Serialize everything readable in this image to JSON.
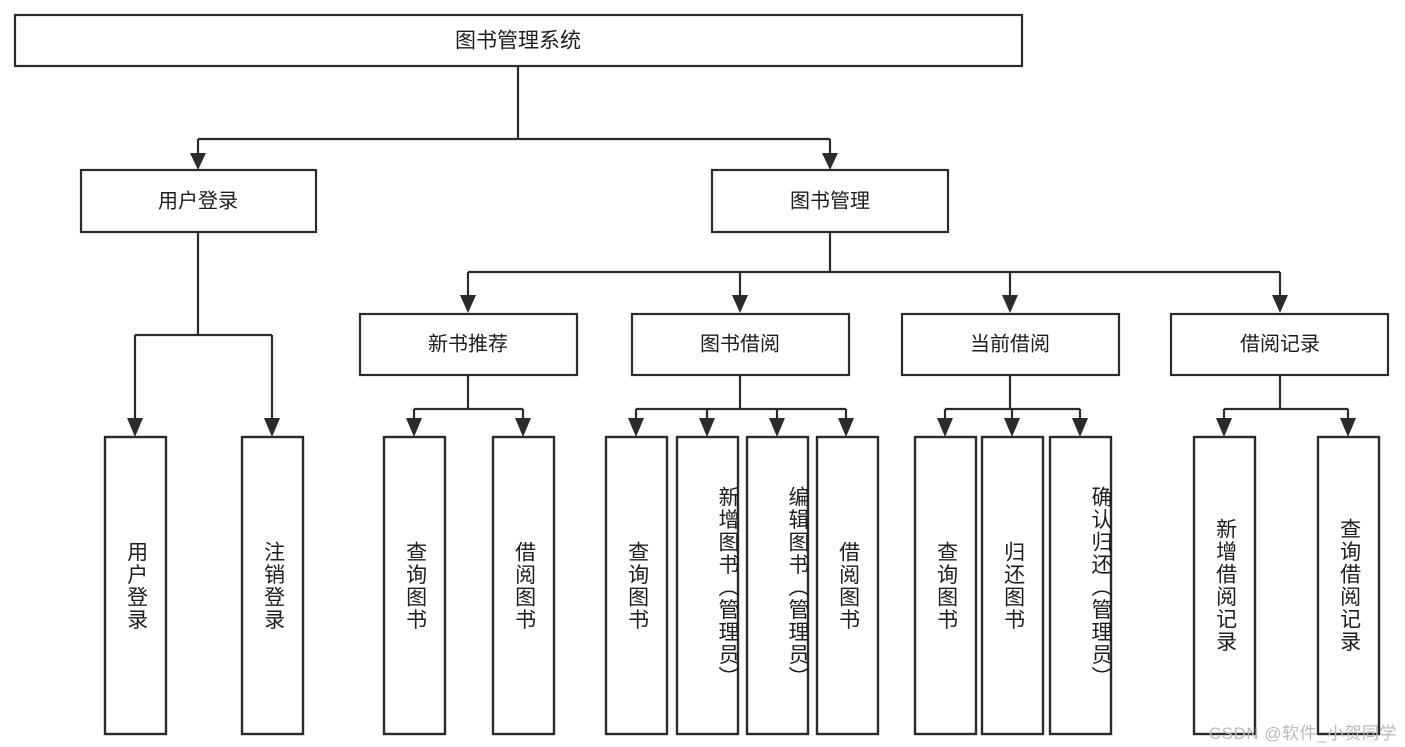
{
  "diagram": {
    "type": "tree",
    "title": "图书管理系统",
    "root": {
      "id": "root",
      "label": "图书管理系统"
    },
    "level2": [
      {
        "id": "user-login",
        "label": "用户登录"
      },
      {
        "id": "book-manage",
        "label": "图书管理"
      }
    ],
    "level3": [
      {
        "id": "new-book-recommend",
        "label": "新书推荐",
        "parent": "book-manage"
      },
      {
        "id": "book-borrow",
        "label": "图书借阅",
        "parent": "book-manage"
      },
      {
        "id": "current-borrow",
        "label": "当前借阅",
        "parent": "book-manage"
      },
      {
        "id": "borrow-record",
        "label": "借阅记录",
        "parent": "book-manage"
      }
    ],
    "leaves": {
      "user-login": [
        {
          "id": "leaf-user-login",
          "label": "用户登录"
        },
        {
          "id": "leaf-user-logout",
          "label": "注销登录"
        }
      ],
      "new-book-recommend": [
        {
          "id": "leaf-query-book-1",
          "label": "查询图书"
        },
        {
          "id": "leaf-borrow-book-1",
          "label": "借阅图书"
        }
      ],
      "book-borrow": [
        {
          "id": "leaf-query-book-2",
          "label": "查询图书"
        },
        {
          "id": "leaf-add-book",
          "label": "新增图书（管理员）"
        },
        {
          "id": "leaf-edit-book",
          "label": "编辑图书（管理员）"
        },
        {
          "id": "leaf-borrow-book-2",
          "label": "借阅图书"
        }
      ],
      "current-borrow": [
        {
          "id": "leaf-query-book-3",
          "label": "查询图书"
        },
        {
          "id": "leaf-return-book",
          "label": "归还图书"
        },
        {
          "id": "leaf-confirm-return",
          "label": "确认归还（管理员）"
        }
      ],
      "borrow-record": [
        {
          "id": "leaf-add-record",
          "label": "新增借阅记录"
        },
        {
          "id": "leaf-query-record",
          "label": "查询借阅记录"
        }
      ]
    }
  },
  "watermark": {
    "text": "CSDN @软件_小贺同学"
  },
  "colors": {
    "stroke": "#2b2b2b",
    "box_fill": "#ffffff",
    "text": "#1d1d1d",
    "background": "#ffffff",
    "watermark": "#b9b9b9"
  }
}
